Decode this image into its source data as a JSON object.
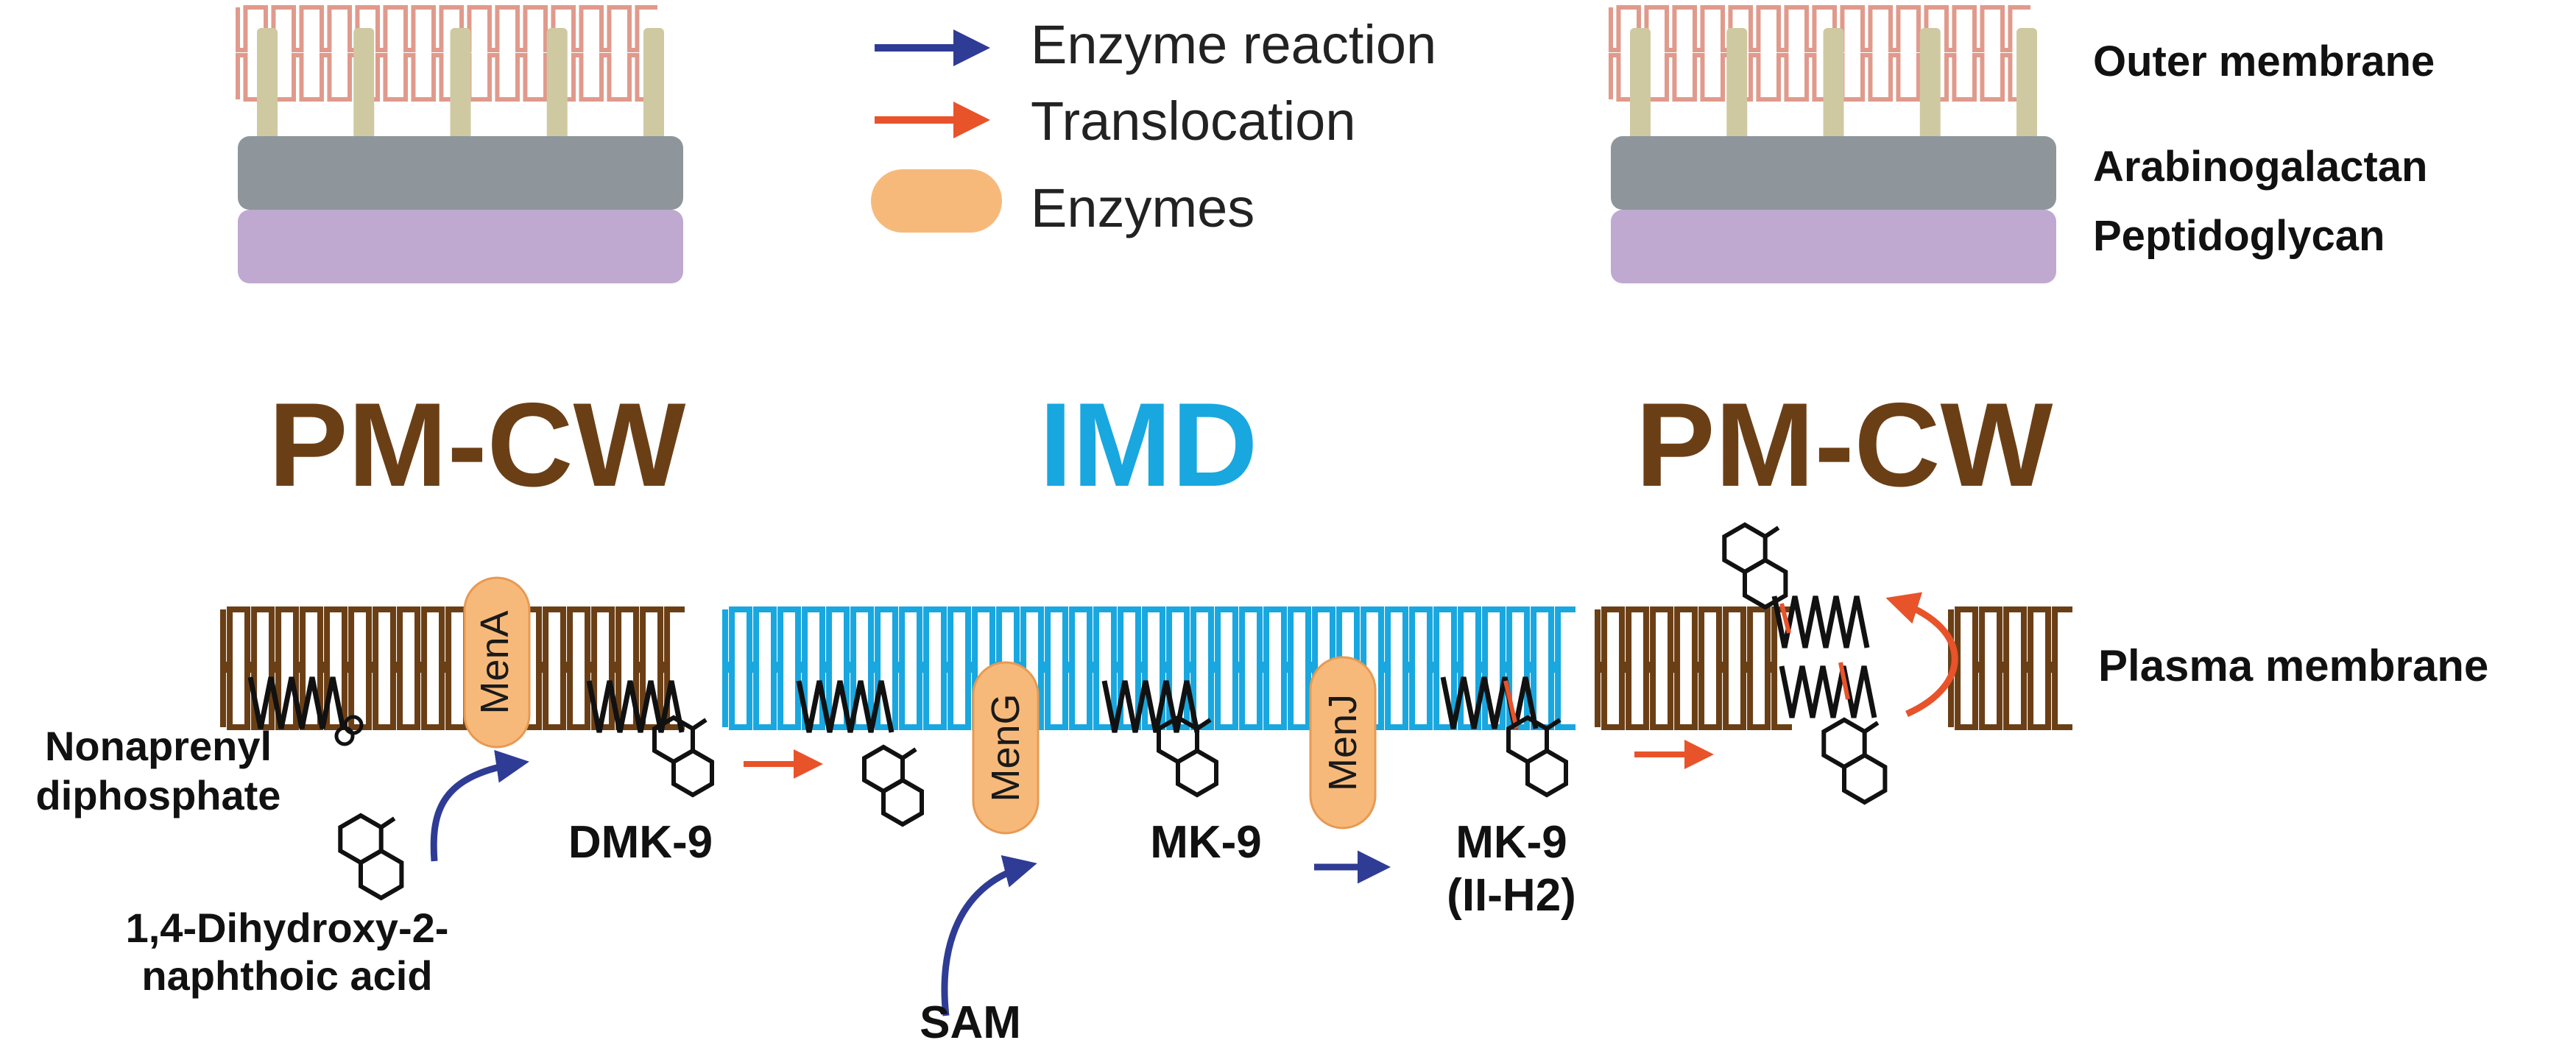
{
  "colors": {
    "brown": "#6b3f16",
    "blue": "#19a7e0",
    "outer_membrane": "#e09a8c",
    "mycolic": "#cfc9a2",
    "arabinogalactan": "#8e969b",
    "peptidoglycan": "#bfa9d0",
    "enzyme_fill": "#f7b97a",
    "enzyme_stroke": "#e79a52",
    "enzyme_arrow": "#2f3c95",
    "translocation_arrow": "#e8532a"
  },
  "legend": {
    "enzyme_reaction": "Enzyme reaction",
    "translocation": "Translocation",
    "enzymes": "Enzymes"
  },
  "cell_wall": {
    "outer_membrane": "Outer membrane",
    "arabinogalactan": "Arabinogalactan",
    "peptidoglycan": "Peptidoglycan"
  },
  "domains": {
    "left": "PM-CW",
    "center": "IMD",
    "right": "PM-CW"
  },
  "plasma_membrane": "Plasma membrane",
  "enzymes": {
    "mena": "MenA",
    "meng": "MenG",
    "menj": "MenJ"
  },
  "molecules": {
    "nonaprenyl_1": "Nonaprenyl",
    "nonaprenyl_2": "diphosphate",
    "dhna_1": "1,4-Dihydroxy-2-",
    "dhna_2": "naphthoic acid",
    "dmk9": "DMK-9",
    "sam": "SAM",
    "mk9": "MK-9",
    "mk9h2_1": "MK-9",
    "mk9h2_2": "(II-H2)"
  },
  "icons": [
    "prenyl-chain-icon",
    "naphthoquinone-ring-icon",
    "diphosphate-loop-icon"
  ]
}
